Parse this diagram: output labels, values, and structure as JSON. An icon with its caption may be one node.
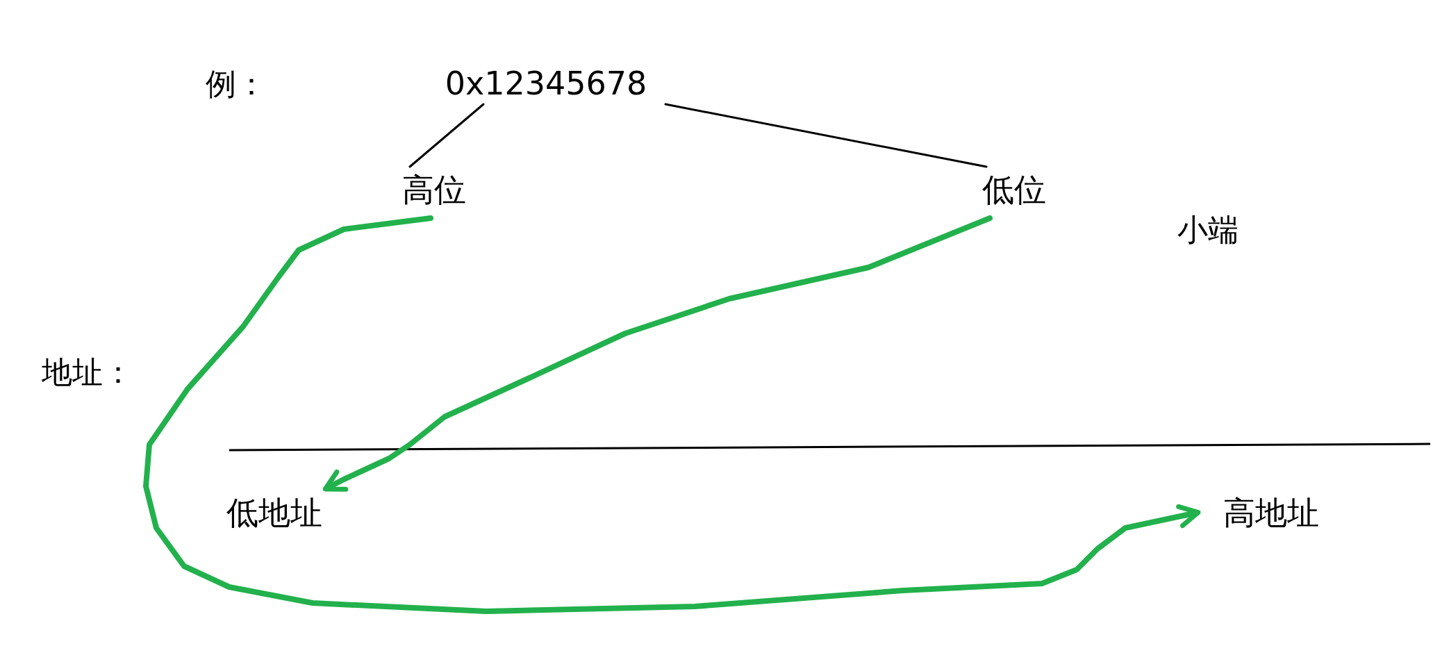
{
  "diagram": {
    "nodes": [
      {
        "text": [
          "0x12345678"
        ]
      },
      {
        "text": [
          "高位"
        ]
      },
      {
        "text": [
          "低位"
        ]
      },
      {
        "text": [
          "低地址"
        ]
      },
      {
        "text": [
          "高地址"
        ]
      }
    ],
    "edges": [
      {
        "from": 0,
        "to": 1,
        "arrow": "none"
      },
      {
        "from": 0,
        "to": 2,
        "arrow": "none"
      },
      {
        "from": 1,
        "to": 4,
        "arrow": "to",
        "style": "thick",
        "color": "#22b14c"
      },
      {
        "from": 2,
        "to": 3,
        "arrow": "to",
        "style": "thick",
        "color": "#22b14c"
      }
    ],
    "labels": [
      "例：",
      "小端",
      "地址："
    ]
  }
}
